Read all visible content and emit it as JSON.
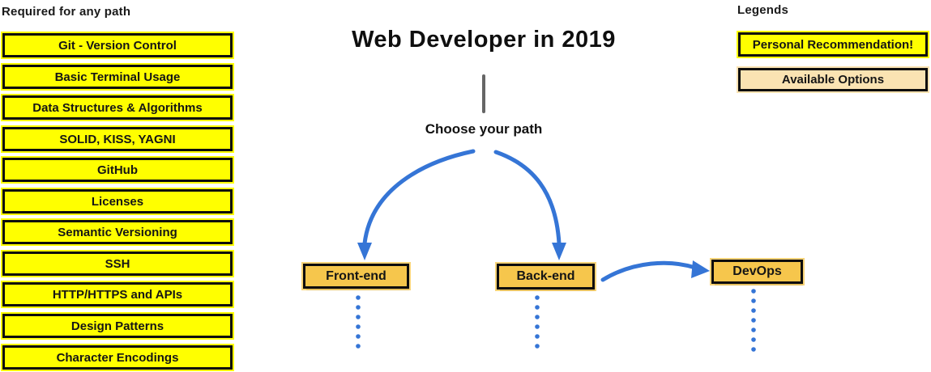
{
  "colors": {
    "yellow": "#ffff00",
    "amber": "#f6c64c",
    "cream": "#fae3b2",
    "blue": "#3575d6",
    "gray_line": "#666666",
    "ink": "#111111"
  },
  "left_column": {
    "header": "Required for any path",
    "items": [
      "Git - Version Control",
      "Basic Terminal Usage",
      "Data Structures & Algorithms",
      "SOLID, KISS, YAGNI",
      "GitHub",
      "Licenses",
      "Semantic Versioning",
      "SSH",
      "HTTP/HTTPS and APIs",
      "Design Patterns",
      "Character Encodings"
    ]
  },
  "center": {
    "title": "Web Developer in 2019",
    "prompt": "Choose your path",
    "paths": [
      {
        "label": "Front-end"
      },
      {
        "label": "Back-end"
      },
      {
        "label": "DevOps"
      }
    ]
  },
  "legends": {
    "header": "Legends",
    "items": [
      {
        "label": "Personal Recommendation!",
        "color": "#ffff00"
      },
      {
        "label": "Available Options",
        "color": "#fae3b2"
      }
    ]
  }
}
